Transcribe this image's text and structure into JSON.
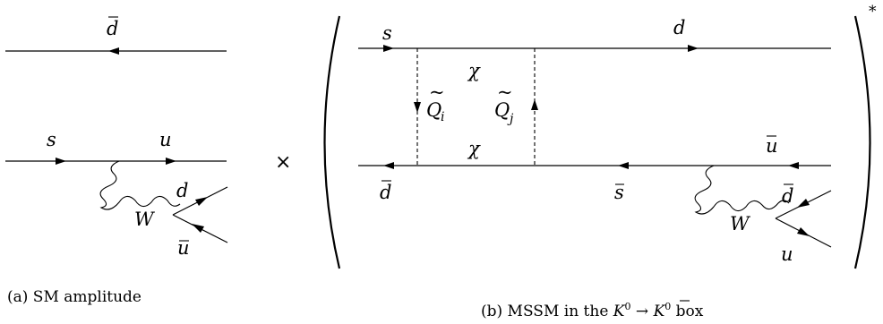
{
  "panel_a": {
    "labels": {
      "dbar_top": "d",
      "s": "s",
      "u": "u",
      "W": "W",
      "d": "d",
      "ubar": "u"
    },
    "caption": "(a) SM amplitude"
  },
  "operator": "×",
  "panel_b": {
    "labels": {
      "s": "s",
      "d_top": "d",
      "chi_top": "χ",
      "Q_i": "Q",
      "Q_i_sub": "i",
      "Q_j": "Q",
      "Q_j_sub": "j",
      "chi_bottom": "χ",
      "ubar_right": "u",
      "dbar_left": "d",
      "sbar": "s",
      "dbar_right": "d",
      "W": "W",
      "u_bottom": "u"
    },
    "conjugate": "*",
    "caption": {
      "prefix": "(b) MSSM in the ",
      "kbar": "K",
      "sup1": "0",
      "arrow": " → ",
      "k": "K",
      "sup2": "0",
      "suffix": " box"
    }
  }
}
